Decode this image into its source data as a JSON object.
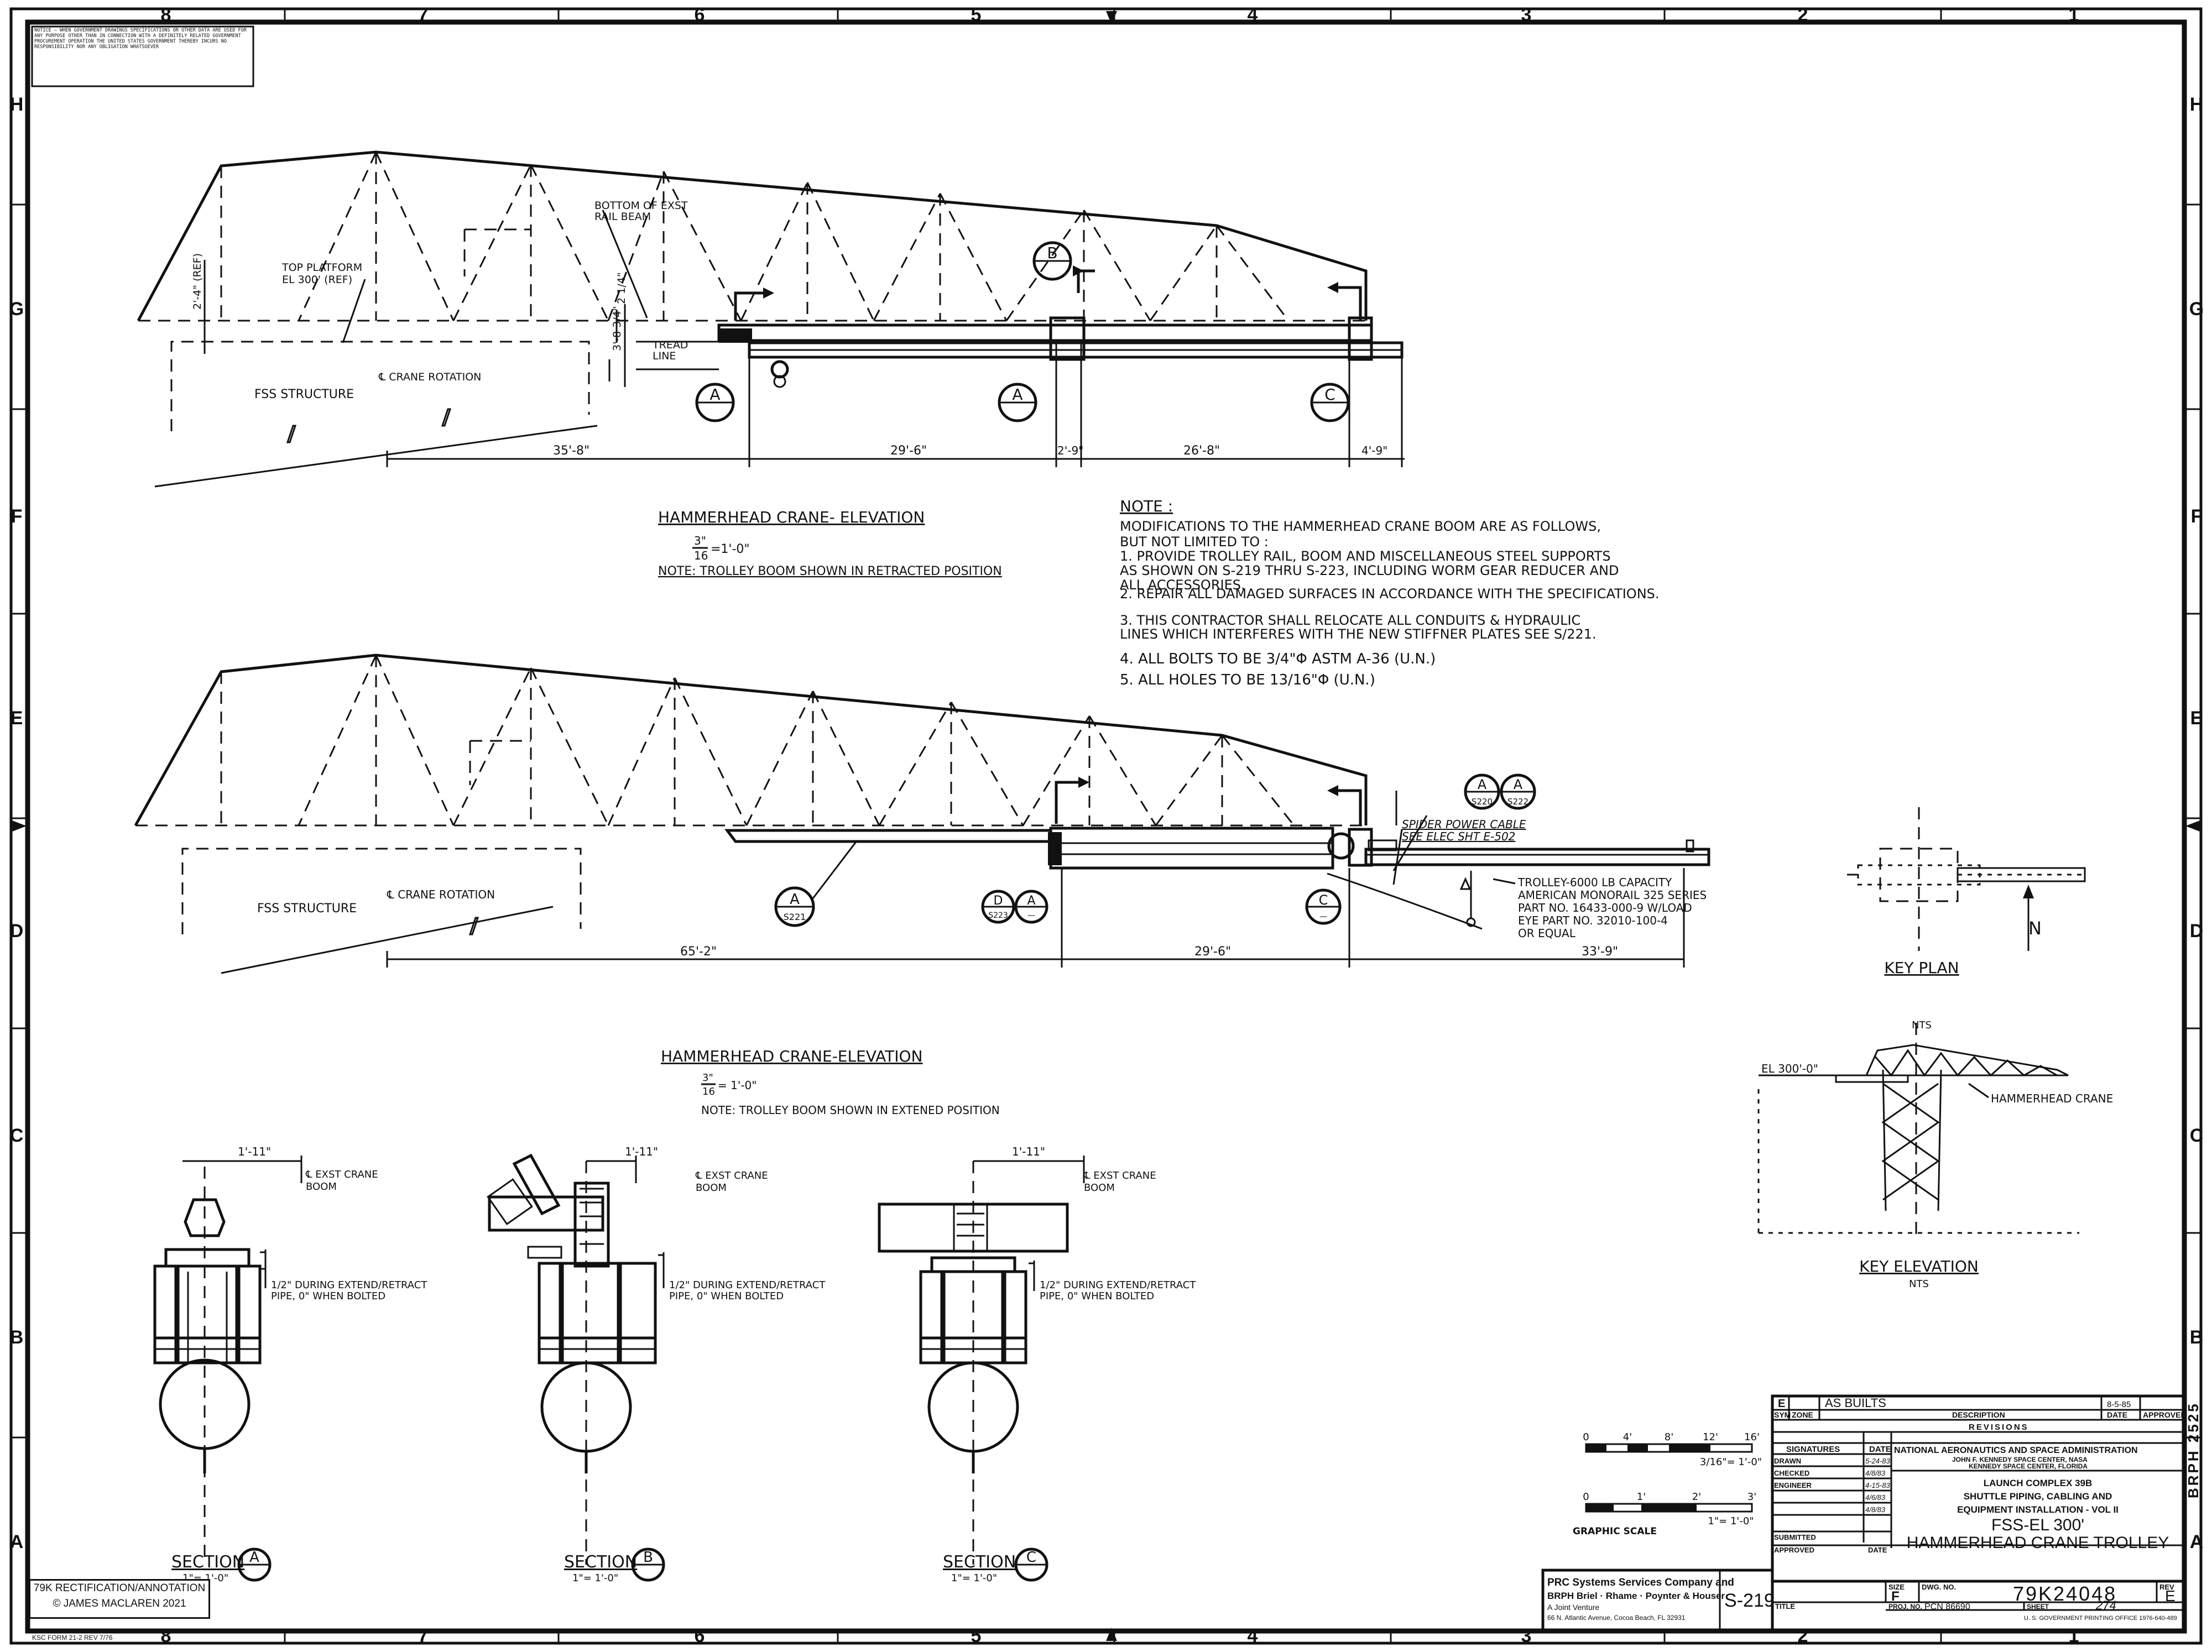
{
  "border": {
    "cols_top": [
      "8",
      "7",
      "6",
      "5",
      "4",
      "3",
      "2",
      "1"
    ],
    "rows_side": [
      "H",
      "G",
      "F",
      "E",
      "D",
      "C",
      "B",
      "A"
    ]
  },
  "notice_block": "NOTICE — WHEN GOVERNMENT DRAWINGS SPECIFICATIONS OR OTHER DATA ARE USED FOR ANY PURPOSE OTHER THAN IN CONNECTION WITH A DEFINITELY RELATED GOVERNMENT PROCUREMENT OPERATION THE UNITED STATES GOVERNMENT THEREBY INCURS NO RESPONSIBILITY NOR ANY OBLIGATION WHATSOEVER",
  "elevation1": {
    "title": "HAMMERHEAD CRANE- ELEVATION",
    "scale_num": "3\"",
    "scale_den": "16",
    "scale_rest": "=1'-0\"",
    "note": "NOTE: TROLLEY BOOM SHOWN IN RETRACTED POSITION",
    "labels": {
      "bottom_rail": "BOTTOM OF EXST",
      "bottom_rail2": "RAIL BEAM",
      "top_platform": "TOP PLATFORM",
      "top_platform_el": "EL 300' (REF)",
      "tread": "TREAD",
      "tread2": "LINE",
      "fss": "FSS  STRUCTURE",
      "crane_rotation": "℄ CRANE ROTATION",
      "ref": "2'-4\" (REF)",
      "dim_left": "3'-8 3/4\"",
      "dim_small": "2 1/4\""
    },
    "dims": [
      "35'-8\"",
      "29'-6\"",
      "2'-9\"",
      "26'-8\"",
      "4'-9\""
    ],
    "bubbles": [
      "A",
      "B",
      "A",
      "C"
    ]
  },
  "notes": {
    "heading": "NOTE :",
    "lines": [
      "MODIFICATIONS TO THE HAMMERHEAD CRANE BOOM ARE AS FOLLOWS,",
      "BUT NOT LIMITED TO :",
      "1. PROVIDE TROLLEY RAIL, BOOM AND MISCELLANEOUS STEEL SUPPORTS",
      "   AS SHOWN ON S-219 THRU S-223, INCLUDING WORM GEAR REDUCER AND",
      "   ALL ACCESSORIES.",
      "2. REPAIR ALL DAMAGED SURFACES IN ACCORDANCE WITH THE SPECIFICATIONS.",
      "3. THIS CONTRACTOR SHALL RELOCATE ALL CONDUITS & HYDRAULIC",
      "   LINES WHICH INTERFERES WITH THE NEW STIFFNER PLATES SEE S/221.",
      "4. ALL BOLTS TO BE 3/4\"Φ ASTM A-36 (U.N.)",
      "5. ALL HOLES TO BE 13/16\"Φ (U.N.)"
    ]
  },
  "elevation2": {
    "title": "HAMMERHEAD  CRANE-ELEVATION",
    "scale_num": "3\"",
    "scale_den": "16",
    "scale_rest": "= 1'-0\"",
    "note": "NOTE: TROLLEY BOOM SHOWN IN EXTENED POSITION",
    "labels": {
      "spider": "SPIDER POWER CABLE",
      "spider2": "SEE ELEC SHT E-502",
      "trolley1": "TROLLEY-6000 LB CAPACITY",
      "trolley2": "AMERICAN MONORAIL 325 SERIES",
      "trolley3": "PART NO. 16433-000-9 W/LOAD",
      "trolley4": "EYE PART NO. 32010-100-4",
      "trolley5": "OR EQUAL",
      "fss": "FSS  STRUCTURE",
      "crane_rotation": "℄ CRANE ROTATION"
    },
    "dims": [
      "65'-2\"",
      "29'-6\"",
      "33'-9\""
    ],
    "bubbles": [
      {
        "top": "A",
        "bottom": "S220"
      },
      {
        "top": "A",
        "bottom": "S222"
      },
      {
        "top": "A",
        "bottom": "S221"
      },
      {
        "top": "D",
        "bottom": "S223"
      },
      {
        "top": "A",
        "bottom": "—"
      },
      {
        "top": "C",
        "bottom": "—"
      }
    ]
  },
  "key_plan": {
    "title": "KEY PLAN",
    "sub": "NTS",
    "north": "N"
  },
  "key_elevation": {
    "title": "KEY ELEVATION",
    "sub": "NTS",
    "el": "EL 300'-0\"",
    "crane": "HAMMERHEAD CRANE"
  },
  "sections": [
    {
      "title": "SECTION",
      "letter": "A",
      "scale": "1\"= 1'-0\"",
      "dim": "1'-11\"",
      "label1": "℄ EXST CRANE",
      "label2": "BOOM",
      "note1": "1/2\" DURING EXTEND/RETRACT",
      "note2": "PIPE, 0\" WHEN BOLTED"
    },
    {
      "title": "SECTION",
      "letter": "B",
      "scale": "1\"= 1'-0\"",
      "dim": "1'-11\"",
      "label1": "℄ EXST CRANE",
      "label2": "BOOM",
      "note1": "1/2\" DURING EXTEND/RETRACT",
      "note2": "PIPE, 0\" WHEN BOLTED"
    },
    {
      "title": "SECTION",
      "letter": "C",
      "scale": "1\"= 1'-0\"",
      "dim": "1'-11\"",
      "label1": "℄ EXST CRANE",
      "label2": "BOOM",
      "note1": "1/2\" DURING EXTEND/RETRACT",
      "note2": "PIPE, 0\" WHEN BOLTED"
    }
  ],
  "graphic_scale": {
    "label": "GRAPHIC  SCALE",
    "top_ticks": [
      "0",
      "4'",
      "8'",
      "12'",
      "16'"
    ],
    "top_scale": "3/16\"= 1'-0\"",
    "bottom_ticks": [
      "0",
      "1'",
      "2'",
      "3'"
    ],
    "bottom_scale": "1\"= 1'-0\""
  },
  "title_block": {
    "rev_letter": "E",
    "rev_desc": "AS BUILTS",
    "rev_date": "8-5-85",
    "sym": "SYM",
    "zone": "ZONE",
    "description": "DESCRIPTION",
    "date": "DATE",
    "approved": "APPROVED",
    "revisions": "REVISIONS",
    "signatures": "SIGNATURES",
    "drawn": "DRAWN",
    "checked": "CHECKED",
    "engineer": "ENGINEER",
    "drawn_date": "5-24-83",
    "checked_date": "4/8/83",
    "engineer_date": "4-15-83",
    "sig_date4": "4/6/83",
    "sig_date5": "4/8/83",
    "agency": "NATIONAL AERONAUTICS AND SPACE ADMINISTRATION",
    "center": "JOHN F. KENNEDY SPACE CENTER, NASA",
    "location": "KENNEDY SPACE CENTER, FLORIDA",
    "project1": "LAUNCH COMPLEX 39B",
    "project2": "SHUTTLE PIPING, CABLING AND",
    "project3": "EQUIPMENT INSTALLATION - VOL II",
    "sheet_title1": "FSS-EL 300'",
    "sheet_title2": "HAMMERHEAD CRANE TROLLEY",
    "submitted": "SUBMITTED",
    "approved_lbl": "APPROVED",
    "size_lbl": "SIZE",
    "size": "F",
    "dwg_lbl": "DWG. NO.",
    "dwg_no": "79K24048",
    "rev_lbl": "REV",
    "rev": "E",
    "proj_lbl": "PROJ. NO.",
    "proj_no": "PCN 86690",
    "sheet_lbl": "SHEET",
    "sheet_no": "274",
    "title_lbl": "TITLE",
    "firm1": "PRC Systems Services Company and",
    "firm2": "BRPH Briel · Rhame · Poynter & Houser",
    "firm3": "A Joint Venture",
    "firm4": "66 N. Atlantic Avenue, Cocoa Beach, FL 32931",
    "sheet_ref": "S-219",
    "side_code": "BRPH 2525",
    "gpo": "U. S. GOVERNMENT PRINTING OFFICE 1976-640-489",
    "form": "KSC FORM 21-2 REV 7/76"
  },
  "overlay": {
    "line1": "79K RECTIFICATION/ANNOTATION",
    "line2": "© JAMES MACLAREN 2021"
  }
}
